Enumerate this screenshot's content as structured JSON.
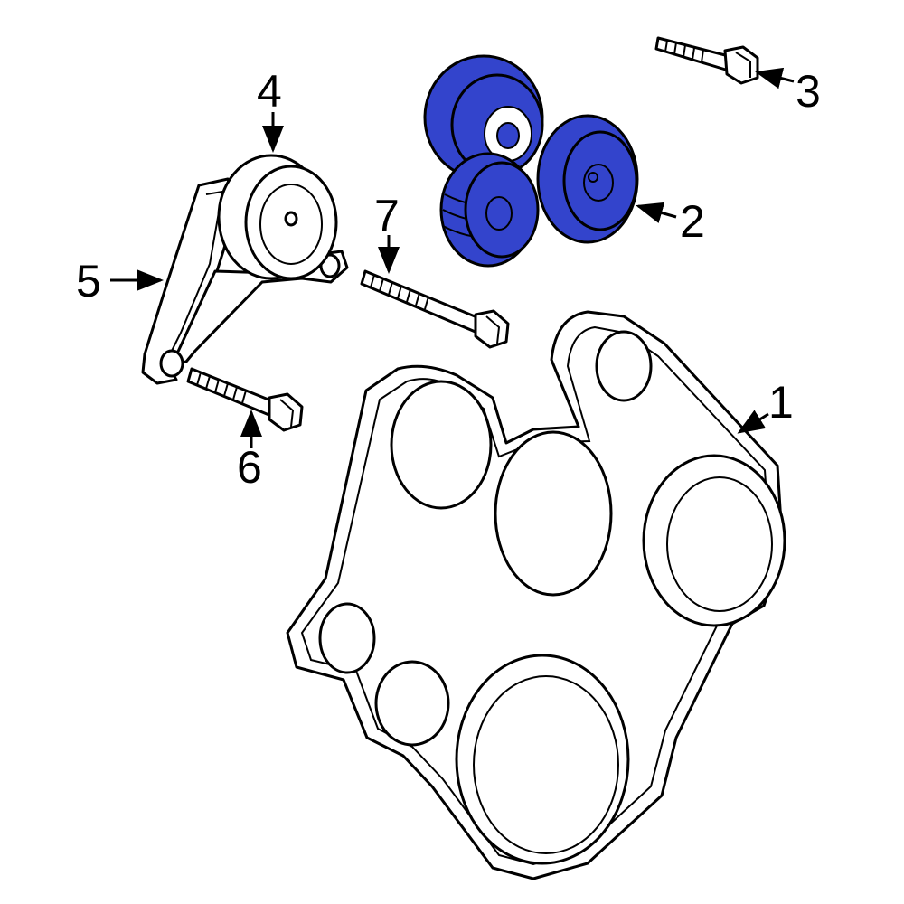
{
  "callouts": {
    "c1": "1",
    "c2": "2",
    "c3": "3",
    "c4": "4",
    "c5": "5",
    "c6": "6",
    "c7": "7"
  },
  "colors": {
    "highlight": "#3344CC",
    "line": "#000000",
    "background": "#FFFFFF"
  }
}
